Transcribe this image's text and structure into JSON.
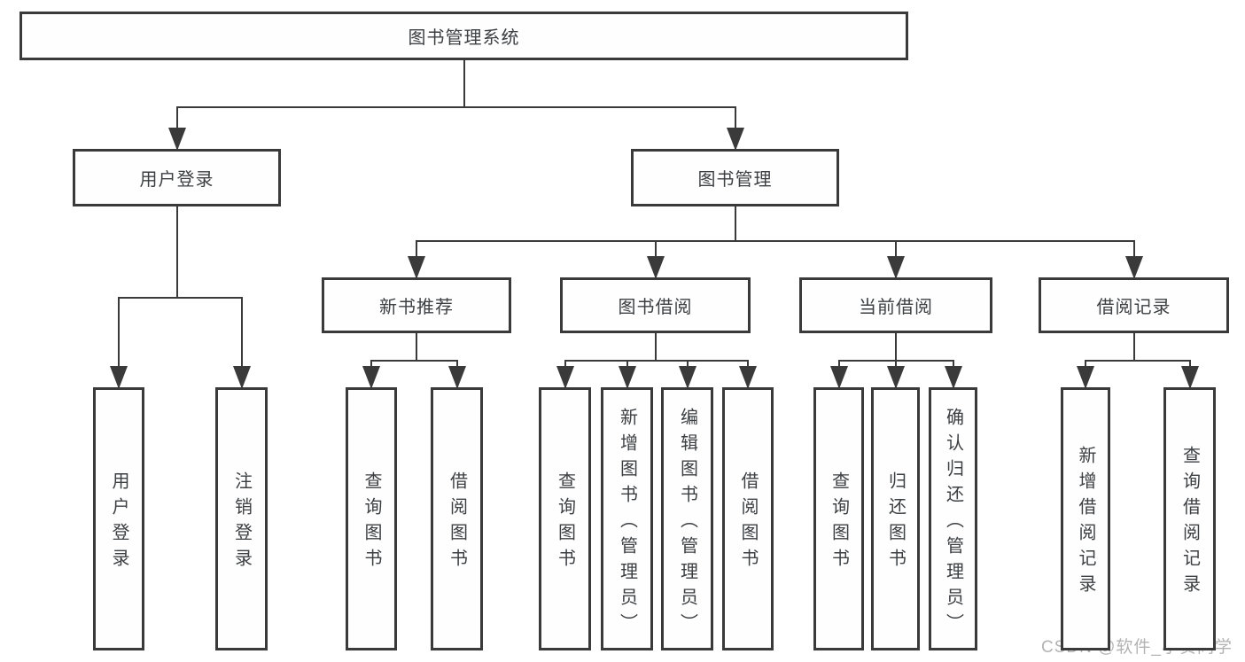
{
  "diagram_title": "图书管理系统",
  "watermark": {
    "text": "CSDN @软件_小贺同学"
  },
  "colors": {
    "box_border": "#3a3a3a",
    "connector": "#3a3a3a",
    "text": "#3c4043",
    "watermark": "#b3b3b3",
    "background": "#ffffff"
  },
  "nodes": {
    "root": {
      "label": "图书管理系统"
    },
    "user-login": {
      "label": "用户登录"
    },
    "book-mgmt": {
      "label": "图书管理"
    },
    "new-book-recommend": {
      "label": "新书推荐"
    },
    "book-borrow": {
      "label": "图书借阅"
    },
    "current-borrow": {
      "label": "当前借阅"
    },
    "borrow-record": {
      "label": "借阅记录"
    },
    "leaf-user-login": {
      "label": "用户登录"
    },
    "leaf-logout": {
      "label": "注销登录"
    },
    "leaf-query-book-1": {
      "label": "查询图书"
    },
    "leaf-borrow-book-1": {
      "label": "借阅图书"
    },
    "leaf-query-book-2": {
      "label": "查询图书"
    },
    "leaf-add-book": {
      "label": "新增图书（管理员）"
    },
    "leaf-edit-book": {
      "label": "编辑图书（管理员）"
    },
    "leaf-borrow-book-2": {
      "label": "借阅图书"
    },
    "leaf-query-book-3": {
      "label": "查询图书"
    },
    "leaf-return-book": {
      "label": "归还图书"
    },
    "leaf-confirm-return": {
      "label": "确认归还（管理员）"
    },
    "leaf-add-record": {
      "label": "新增借阅记录"
    },
    "leaf-query-record": {
      "label": "查询借阅记录"
    }
  },
  "hierarchy": {
    "root": [
      "user-login",
      "book-mgmt"
    ],
    "user-login": [
      "leaf-user-login",
      "leaf-logout"
    ],
    "book-mgmt": [
      "new-book-recommend",
      "book-borrow",
      "current-borrow",
      "borrow-record"
    ],
    "new-book-recommend": [
      "leaf-query-book-1",
      "leaf-borrow-book-1"
    ],
    "book-borrow": [
      "leaf-query-book-2",
      "leaf-add-book",
      "leaf-edit-book",
      "leaf-borrow-book-2"
    ],
    "current-borrow": [
      "leaf-query-book-3",
      "leaf-return-book",
      "leaf-confirm-return"
    ],
    "borrow-record": [
      "leaf-add-record",
      "leaf-query-record"
    ]
  }
}
